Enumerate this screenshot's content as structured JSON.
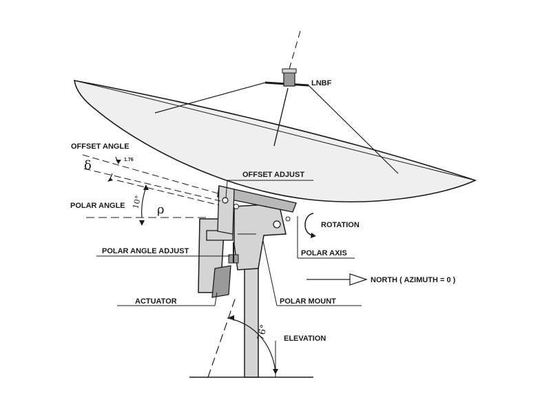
{
  "labels": {
    "lnbf": "LNBF",
    "offset_angle": "OFFSET ANGLE",
    "offset_value": "1.76",
    "delta": "δ",
    "offset_adjust": "OFFSET ADJUST",
    "polar_angle": "POLAR ANGLE",
    "polar_value": "10°",
    "rho": "ρ",
    "rotation": "ROTATION",
    "polar_axis": "POLAR AXIS",
    "polar_angle_adjust": "POLAR ANGLE ADJUST",
    "north": "NORTH ( AZIMUTH = 0 )",
    "actuator": "ACTUATOR",
    "polar_mount": "POLAR MOUNT",
    "elevation_value": "76°",
    "elevation": "ELEVATION"
  },
  "colors": {
    "line": "#1a1a1a",
    "dish_fill": "#efefef",
    "metal_fill": "#d4d4d4",
    "dark_fill": "#9a9a9a"
  }
}
